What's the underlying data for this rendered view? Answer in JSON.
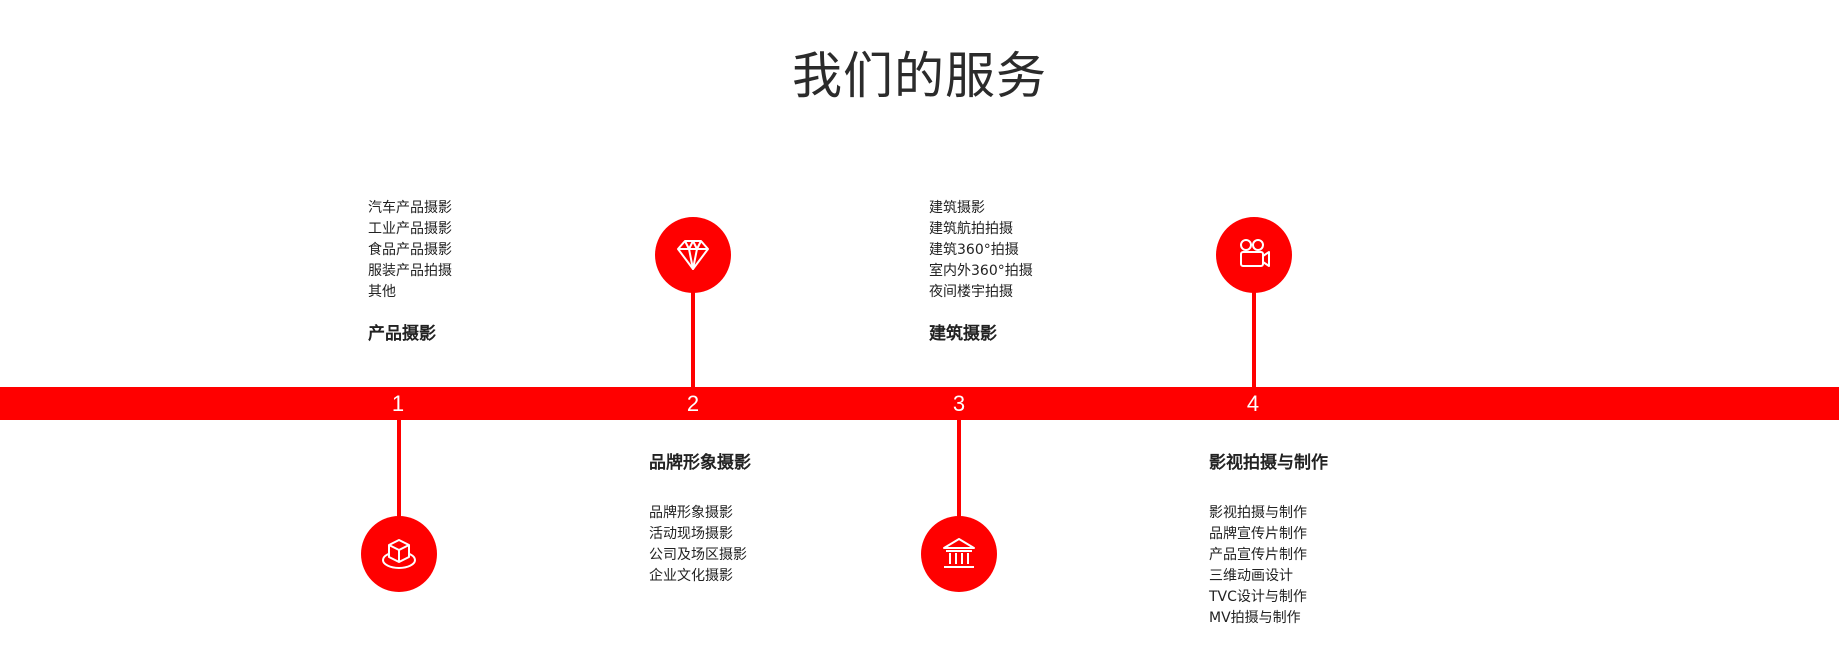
{
  "page": {
    "title": "我们的服务",
    "accent_color": "#ff0000"
  },
  "services": [
    {
      "number": "1",
      "heading": "产品摄影",
      "icon": "box-icon",
      "items": [
        "汽车产品摄影",
        "工业产品摄影",
        "食品产品摄影",
        "服装产品拍摄",
        "其他"
      ]
    },
    {
      "number": "2",
      "heading": "品牌形象摄影",
      "icon": "diamond-icon",
      "items": [
        "品牌形象摄影",
        "活动现场摄影",
        "公司及场区摄影",
        "企业文化摄影"
      ]
    },
    {
      "number": "3",
      "heading": "建筑摄影",
      "icon": "building-icon",
      "items": [
        "建筑摄影",
        "建筑航拍拍摄",
        "建筑360°拍摄",
        "室内外360°拍摄",
        "夜间楼宇拍摄"
      ]
    },
    {
      "number": "4",
      "heading": "影视拍摄与制作",
      "icon": "video-camera-icon",
      "items": [
        "影视拍摄与制作",
        "品牌宣传片制作",
        "产品宣传片制作",
        "三维动画设计",
        "TVC设计与制作",
        "MV拍摄与制作"
      ]
    }
  ]
}
